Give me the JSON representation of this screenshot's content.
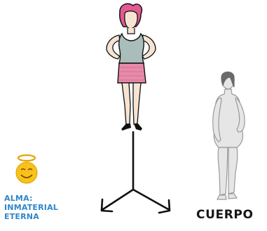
{
  "labels": {
    "soul": [
      "ALMA:",
      "INMATERIAL",
      "ETERNA"
    ],
    "body": "CUERPO"
  },
  "colors": {
    "soul_label": "#2f86c9",
    "body_label": "#151515",
    "hair": "#e25a92",
    "top": "#a9bdba",
    "skirt": "#e88aa9",
    "skin": "#f6e3d2",
    "halo_face": "#f8c21a",
    "body_silhouette": "#e6e6e6",
    "stroke": "#111111"
  }
}
